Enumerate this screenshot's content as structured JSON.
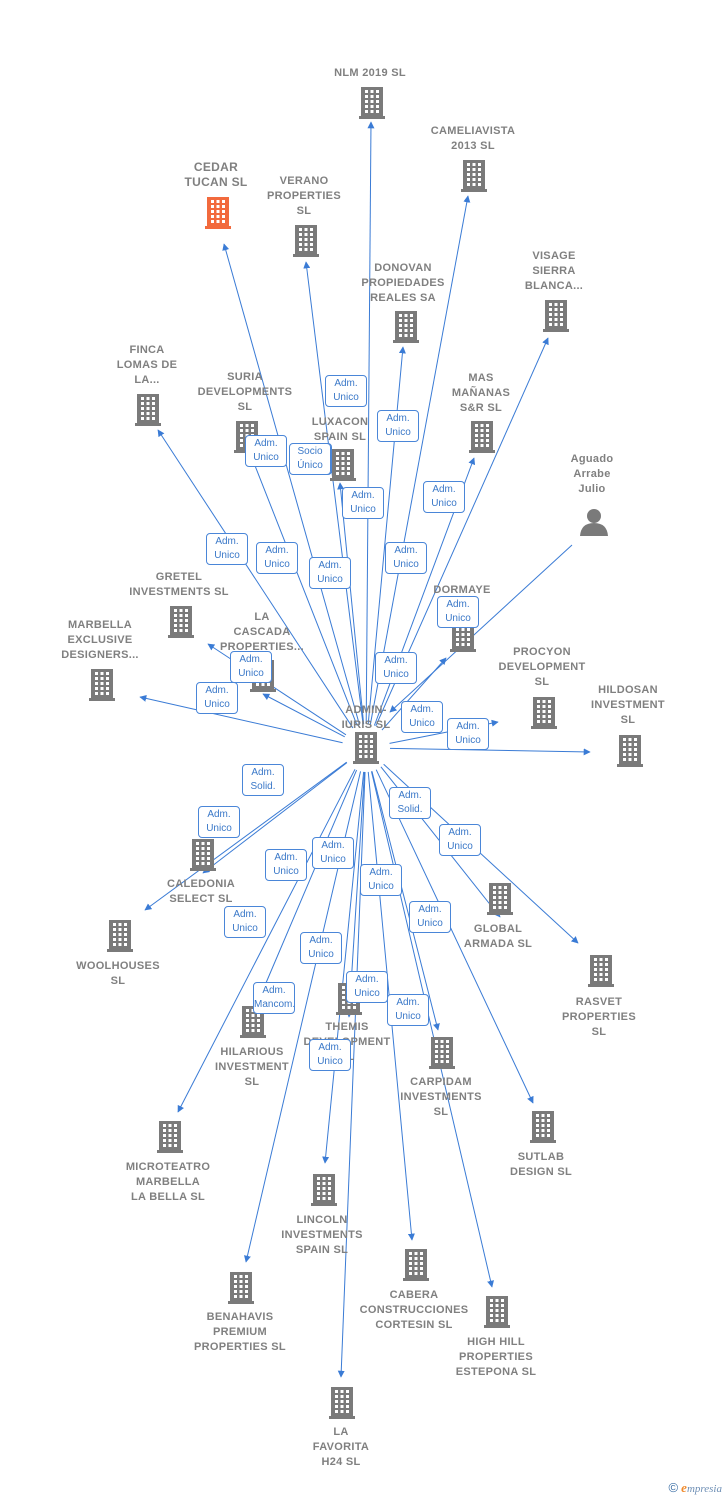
{
  "colors": {
    "edge": "#3a7bd5",
    "building": "#7a7a7a",
    "highlight": "#f26a3d",
    "badge_border": "#4a86d8",
    "badge_text": "#3a78c8"
  },
  "center": {
    "label": "ADMIN-\nIURIS  SL",
    "icon": "building-icon"
  },
  "nodes": [
    {
      "id": "nlm",
      "label": "NLM 2019  SL",
      "icon": "building-icon"
    },
    {
      "id": "cameliavista",
      "label": "CAMELIAVISTA\n2013  SL",
      "icon": "building-icon"
    },
    {
      "id": "cedar",
      "label": "CEDAR\nTUCAN  SL",
      "icon": "building-icon",
      "highlight": true
    },
    {
      "id": "verano",
      "label": "VERANO\nPROPERTIES\nSL",
      "icon": "building-icon"
    },
    {
      "id": "donovan",
      "label": "DONOVAN\nPROPIEDADES\nREALES SA",
      "icon": "building-icon"
    },
    {
      "id": "visage",
      "label": "VISAGE\nSIERRA\nBLANCA...",
      "icon": "building-icon"
    },
    {
      "id": "finca",
      "label": "FINCA\nLOMAS DE\nLA...",
      "icon": "building-icon"
    },
    {
      "id": "suria",
      "label": "SURIA\nDEVELOPMENTS\nSL",
      "icon": "building-icon"
    },
    {
      "id": "luxacon",
      "label": "LUXACON\nSPAIN SL",
      "icon": "building-icon"
    },
    {
      "id": "mas",
      "label": "MAS\nMAÑANAS\nS&R  SL",
      "icon": "building-icon"
    },
    {
      "id": "aguado",
      "label": "Aguado\nArrabe\nJulio",
      "icon": "person-icon"
    },
    {
      "id": "gretel",
      "label": "GRETEL\nINVESTMENTS SL",
      "icon": "building-icon"
    },
    {
      "id": "marbella",
      "label": "MARBELLA\nEXCLUSIVE\nDESIGNERS...",
      "icon": "building-icon"
    },
    {
      "id": "cascada",
      "label": "LA\nCASCADA\nPROPERTIES...",
      "icon": "building-icon"
    },
    {
      "id": "dormaye",
      "label": "DORMAYE\nRB  SL",
      "icon": "building-icon"
    },
    {
      "id": "procyon",
      "label": "PROCYON\nDEVELOPMENT\nSL",
      "icon": "building-icon"
    },
    {
      "id": "hildosan",
      "label": "HILDOSAN\nINVESTMENT\nSL",
      "icon": "building-icon"
    },
    {
      "id": "caledonia",
      "label": "CALEDONIA\nSELECT  SL",
      "icon": "building-icon"
    },
    {
      "id": "woolhouses",
      "label": "WOOLHOUSES\nSL",
      "icon": "building-icon"
    },
    {
      "id": "global",
      "label": "GLOBAL\nARMADA  SL",
      "icon": "building-icon"
    },
    {
      "id": "rasvet",
      "label": "RASVET\nPROPERTIES\nSL",
      "icon": "building-icon"
    },
    {
      "id": "hilarious",
      "label": "HILARIOUS\nINVESTMENT\nSL",
      "icon": "building-icon"
    },
    {
      "id": "themis",
      "label": "THEMIS\nDEVELOPMENT\nSL",
      "icon": "building-icon"
    },
    {
      "id": "carpidam",
      "label": "CARPIDAM\nINVESTMENTS\nSL",
      "icon": "building-icon"
    },
    {
      "id": "sutlab",
      "label": "SUTLAB\nDESIGN  SL",
      "icon": "building-icon"
    },
    {
      "id": "microteatro",
      "label": "MICROTEATRO\nMARBELLA\nLA BELLA  SL",
      "icon": "building-icon"
    },
    {
      "id": "lincoln",
      "label": "LINCOLN\nINVESTMENTS\nSPAIN SL",
      "icon": "building-icon"
    },
    {
      "id": "cabera",
      "label": "CABERA\nCONSTRUCCIONES\nCORTESIN  SL",
      "icon": "building-icon"
    },
    {
      "id": "highhill",
      "label": "HIGH HILL\nPROPERTIES\nESTEPONA SL",
      "icon": "building-icon"
    },
    {
      "id": "benahavis",
      "label": "BENAHAVIS\nPREMIUM\nPROPERTIES SL",
      "icon": "building-icon"
    },
    {
      "id": "favorita",
      "label": "LA\nFAVORITA\nH24  SL",
      "icon": "building-icon"
    }
  ],
  "edges": [
    {
      "from": "center",
      "to": "nlm",
      "label": "Adm.\nUnico"
    },
    {
      "from": "center",
      "to": "cameliavista",
      "label": "Adm.\nUnico"
    },
    {
      "from": "center",
      "to": "cedar",
      "label": "Adm.\nUnico"
    },
    {
      "from": "center",
      "to": "verano",
      "label": "Adm.\nUnico"
    },
    {
      "from": "center",
      "to": "donovan",
      "label": "Adm.\nUnico"
    },
    {
      "from": "center",
      "to": "visage",
      "label": "Adm.\nUnico"
    },
    {
      "from": "center",
      "to": "finca",
      "label": "Adm.\nUnico"
    },
    {
      "from": "center",
      "to": "suria",
      "label": "Adm.\nUnico"
    },
    {
      "from": "center",
      "to": "luxacon",
      "label": "Socio\nÚnico"
    },
    {
      "from": "center",
      "to": "mas",
      "label": "Adm.\nUnico"
    },
    {
      "from": "aguado",
      "to": "center",
      "label": "Adm.\nUnico"
    },
    {
      "from": "center",
      "to": "gretel",
      "label": "Adm.\nUnico"
    },
    {
      "from": "center",
      "to": "marbella",
      "label": "Adm.\nUnico"
    },
    {
      "from": "center",
      "to": "cascada",
      "label": "Adm.\nUnico"
    },
    {
      "from": "center",
      "to": "dormaye",
      "label": "Adm.\nUnico"
    },
    {
      "from": "center",
      "to": "procyon",
      "label": "Adm.\nUnico"
    },
    {
      "from": "center",
      "to": "hildosan",
      "label": "Adm.\nUnico"
    },
    {
      "from": "center",
      "to": "caledonia",
      "label": "Adm.\nSolid."
    },
    {
      "from": "center",
      "to": "woolhouses",
      "label": "Adm.\nUnico"
    },
    {
      "from": "center",
      "to": "global",
      "label": "Adm.\nSolid."
    },
    {
      "from": "center",
      "to": "rasvet",
      "label": "Adm.\nUnico"
    },
    {
      "from": "center",
      "to": "hilarious",
      "label": "Adm.\nUnico"
    },
    {
      "from": "center",
      "to": "themis",
      "label": "Adm.\nUnico"
    },
    {
      "from": "center",
      "to": "carpidam",
      "label": "Adm.\nUnico"
    },
    {
      "from": "center",
      "to": "sutlab",
      "label": "Adm.\nUnico"
    },
    {
      "from": "center",
      "to": "microteatro",
      "label": "Adm.\nUnico"
    },
    {
      "from": "center",
      "to": "lincoln",
      "label": "Adm.\nUnico"
    },
    {
      "from": "center",
      "to": "cabera",
      "label": "Adm.\nUnico"
    },
    {
      "from": "center",
      "to": "highhill",
      "label": "Adm.\nUnico"
    },
    {
      "from": "center",
      "to": "benahavis",
      "label": "Adm.\nMancom."
    },
    {
      "from": "center",
      "to": "favorita",
      "label": "Adm.\nUnico"
    }
  ],
  "footer": {
    "copyright": "©",
    "brand_initial": "e",
    "brand_rest": "mpresia"
  }
}
